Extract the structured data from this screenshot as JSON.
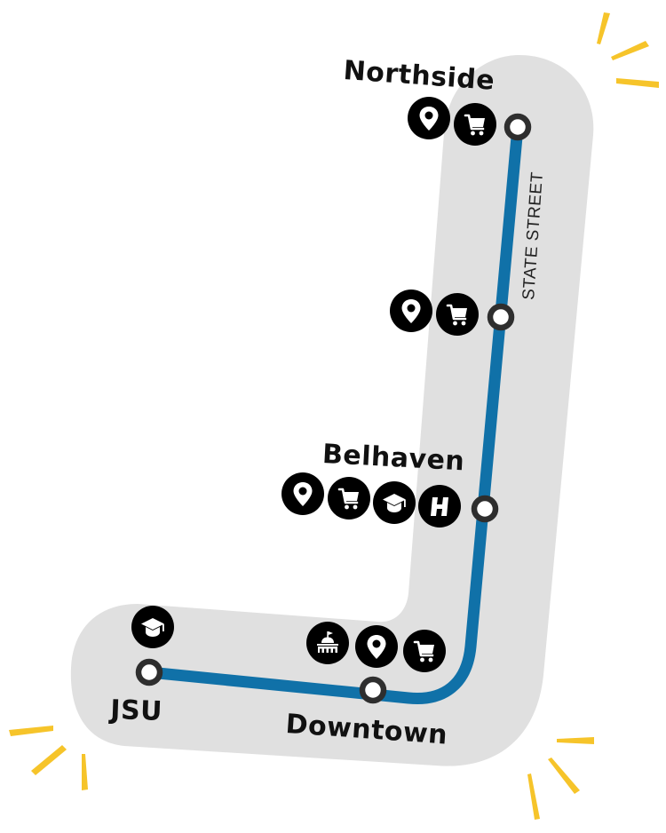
{
  "map": {
    "background_color": "#ffffff",
    "corridor_color": "#e0e0e0",
    "route_color": "#1071a8",
    "stop_ring_color": "#2e2e2e",
    "stop_fill_color": "#ffffff",
    "icon_bg_color": "#000000",
    "icon_fg_color": "#ffffff",
    "accent_color": "#f6c42a",
    "street_label": "STATE STREET",
    "stops": [
      {
        "name": "Northside",
        "label": "Northside",
        "amenities": [
          "location-pin",
          "shopping-cart"
        ]
      },
      {
        "name": "unnamed-stop",
        "label": "",
        "amenities": [
          "location-pin",
          "shopping-cart"
        ]
      },
      {
        "name": "Belhaven",
        "label": "Belhaven",
        "amenities": [
          "location-pin",
          "shopping-cart",
          "graduation-cap",
          "hospital"
        ]
      },
      {
        "name": "Downtown",
        "label": "Downtown",
        "amenities": [
          "capitol-building",
          "location-pin",
          "shopping-cart"
        ]
      },
      {
        "name": "JSU",
        "label": "JSU",
        "amenities": [
          "graduation-cap"
        ]
      }
    ]
  }
}
